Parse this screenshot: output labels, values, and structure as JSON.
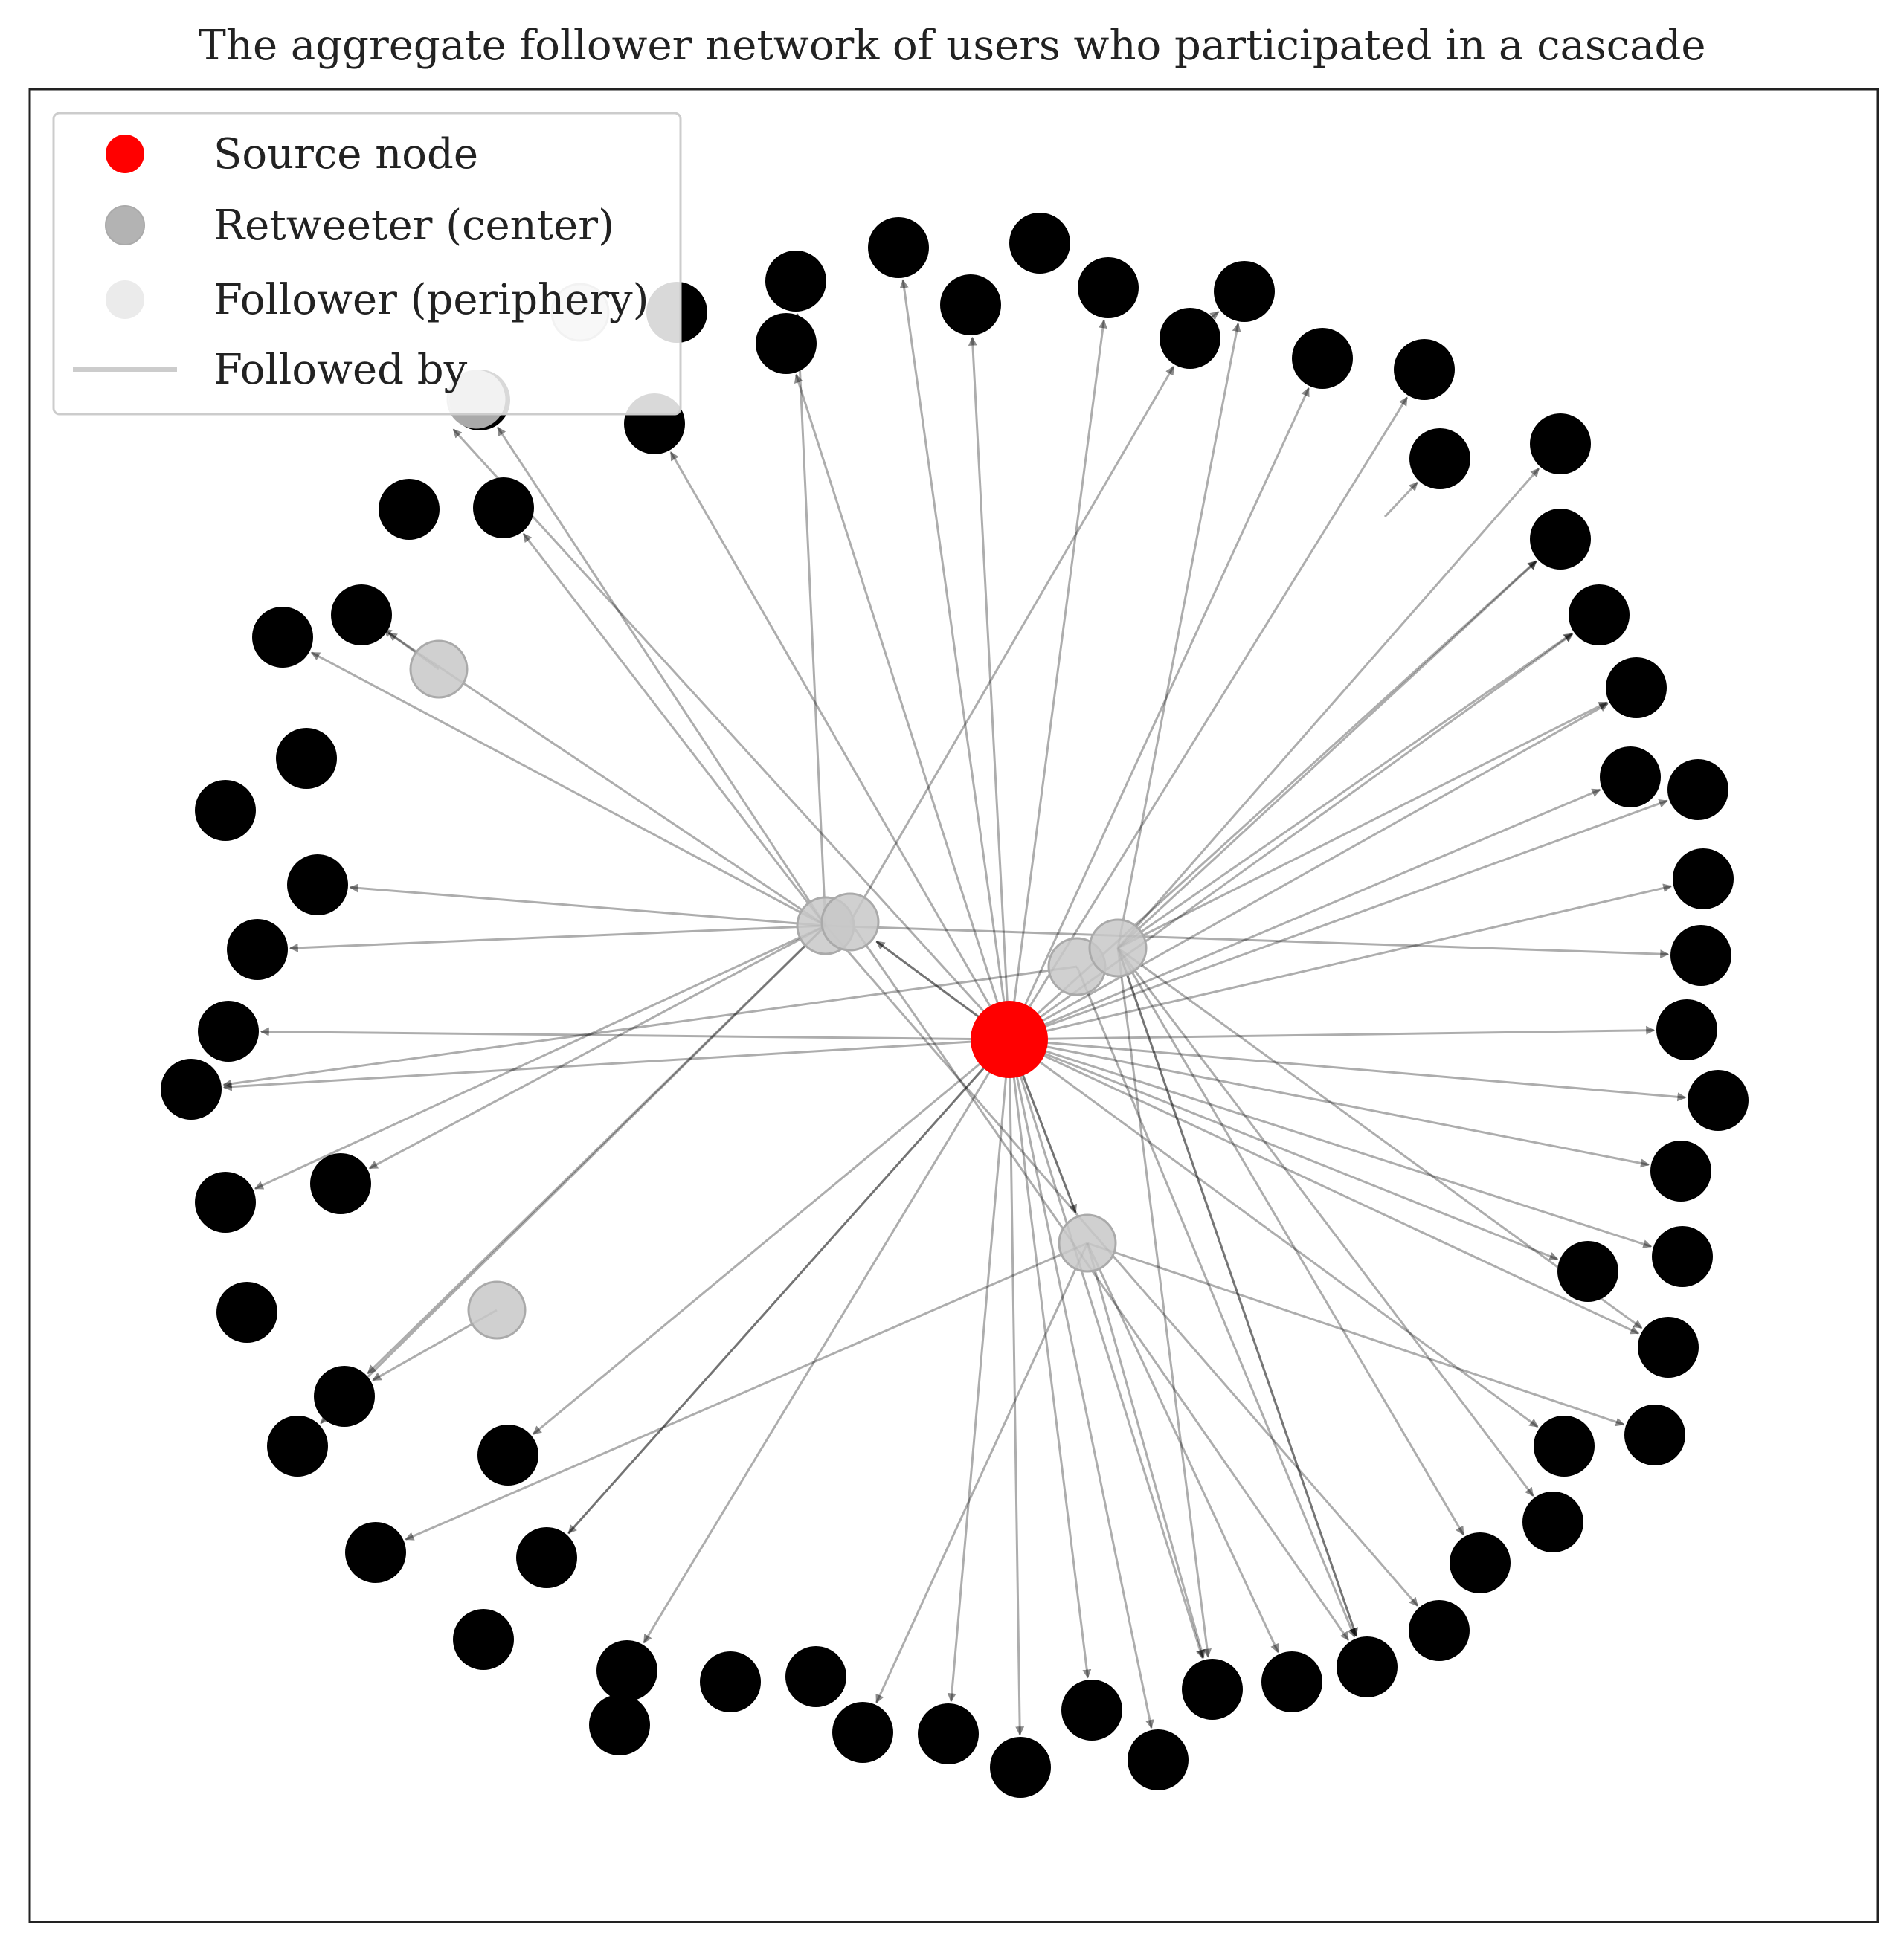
{
  "figure": {
    "title": "The aggregate follower network of users who participated in a cascade"
  },
  "legend": {
    "items": [
      {
        "label": "Source node",
        "kind": "marker",
        "color": "#ff0000"
      },
      {
        "label": "Retweeter (center)",
        "kind": "marker",
        "color": "#b3b3b3"
      },
      {
        "label": "Follower (periphery)",
        "kind": "marker",
        "color": "#ebebeb"
      },
      {
        "label": "Followed by",
        "kind": "line",
        "color": "#cccccc"
      }
    ]
  },
  "node_styles": {
    "source": {
      "color": "#ff0000"
    },
    "retweeter": {
      "color": "#c8c8c8",
      "stroke": "#aaaaaa"
    },
    "follower": {
      "color": "#000000"
    }
  }
}
